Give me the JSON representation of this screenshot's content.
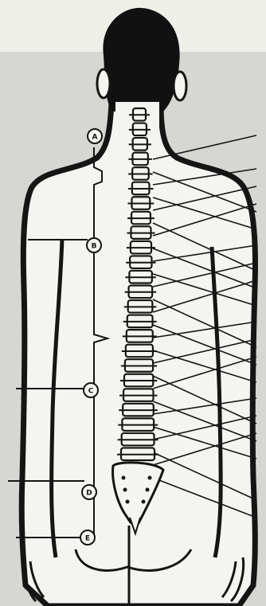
{
  "colors": {
    "background_top": "#efefea",
    "background_panel": "#d6d6d2",
    "ink": "#151515",
    "skin": "#f4f4f0"
  },
  "markers": [
    {
      "id": "A",
      "label": "A"
    },
    {
      "id": "B",
      "label": "B"
    },
    {
      "id": "C",
      "label": "C"
    },
    {
      "id": "D",
      "label": "D"
    },
    {
      "id": "E",
      "label": "E"
    }
  ]
}
